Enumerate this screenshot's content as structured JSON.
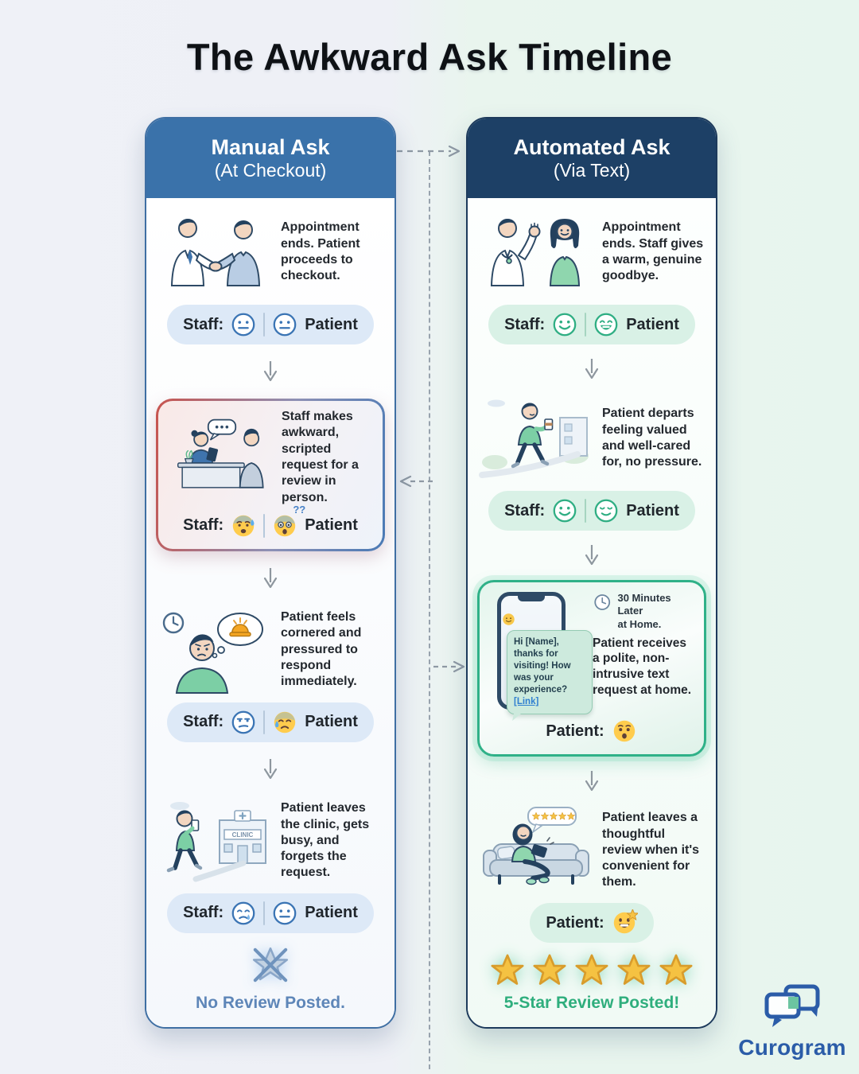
{
  "title": "The Awkward Ask Timeline",
  "brand": {
    "name": "Curogram",
    "logo_icon": "chat-bubbles-icon",
    "logo_blue": "#2b5ca8",
    "logo_green": "#6cc5a1"
  },
  "colors": {
    "manual_header": "#3a72aa",
    "manual_border": "#3f6fa3",
    "manual_pill": "#dde9f7",
    "auto_header": "#1d4066",
    "auto_border": "#1d3a5c",
    "auto_pill": "#d9f1e6",
    "highlight_red_border": "#c8544e",
    "highlight_green_border": "#2fb188",
    "star_gold": "#f5c242",
    "no_review_blue": "#5e86b8",
    "five_star_green": "#2fae7d"
  },
  "columns": {
    "manual": {
      "header": {
        "line1": "Manual Ask",
        "line2": "(At Checkout)"
      },
      "steps": [
        {
          "illustration": "doctor-patient-handshake",
          "text": "Appointment ends. Patient proceeds to checkout.",
          "mood": {
            "staff_label": "Staff:",
            "staff_face": "neutral-face",
            "patient_label": "Patient",
            "patient_face": "neutral-face"
          }
        },
        {
          "highlighted": true,
          "illustration": "front-desk-awkward-request",
          "text": "Staff makes awkward, scripted request for a review in person.",
          "mood": {
            "staff_label": "Staff:",
            "staff_face": "anxious-sweat-face",
            "patient_label": "Patient",
            "patient_face": "shocked-face",
            "patient_note": "??"
          }
        },
        {
          "illustration": "patient-pressured-thinking",
          "text": "Patient feels cornered and pressured to respond immediately.",
          "mood": {
            "staff_label": "Staff:",
            "staff_face": "unamused-face",
            "patient_label": "Patient",
            "patient_face": "downcast-sweat-face"
          }
        },
        {
          "illustration": "patient-leaving-clinic",
          "illustration_sign": "CLINIC",
          "text": "Patient leaves the clinic, gets busy, and forgets the request.",
          "mood": {
            "staff_label": "Staff:",
            "staff_face": "sad-tear-face",
            "patient_label": "Patient",
            "patient_face": "neutral-face"
          }
        }
      ],
      "outcome": {
        "icon": "crossed-star-icon",
        "text": "No Review Posted."
      }
    },
    "auto": {
      "header": {
        "line1": "Automated Ask",
        "line2": "(Via Text)"
      },
      "steps": [
        {
          "illustration": "doctor-warm-goodbye",
          "text": "Appointment ends. Staff gives a warm, genuine goodbye.",
          "mood": {
            "staff_label": "Staff:",
            "staff_face": "smile-face",
            "patient_label": "Patient",
            "patient_face": "grin-face"
          }
        },
        {
          "illustration": "patient-departs-relaxed",
          "text": "Patient departs feeling valued and well-cared for, no pressure.",
          "mood": {
            "staff_label": "Staff:",
            "staff_face": "smile-face",
            "patient_label": "Patient",
            "patient_face": "relieved-face"
          }
        },
        {
          "highlighted": true,
          "illustration": "text-message-on-phone",
          "timestamp": {
            "icon": "clock-icon",
            "line1": "30 Minutes Later",
            "line2": "at Home."
          },
          "phone": {
            "smiley_icon": "yellow-smiley-icon",
            "message_text": "Hi [Name], thanks for visiting! How was your experience?",
            "link_text": "[Link]"
          },
          "text": "Patient receives a polite, non-intrusive text request at home.",
          "mood": {
            "patient_label": "Patient:",
            "patient_face": "surprised-face"
          }
        },
        {
          "illustration": "patient-review-on-couch",
          "text": "Patient leaves a thoughtful review when it's convenient for them.",
          "mood": {
            "patient_label": "Patient:",
            "patient_face": "star-grin-face"
          }
        }
      ],
      "outcome": {
        "icon": "five-gold-stars",
        "star_count": 5,
        "text": "5-Star Review Posted!"
      }
    }
  },
  "flow": {
    "top_arrow": "manual-to-auto",
    "mid_arrow": "to-manual-highlight",
    "low_arrow": "to-auto-highlight"
  }
}
